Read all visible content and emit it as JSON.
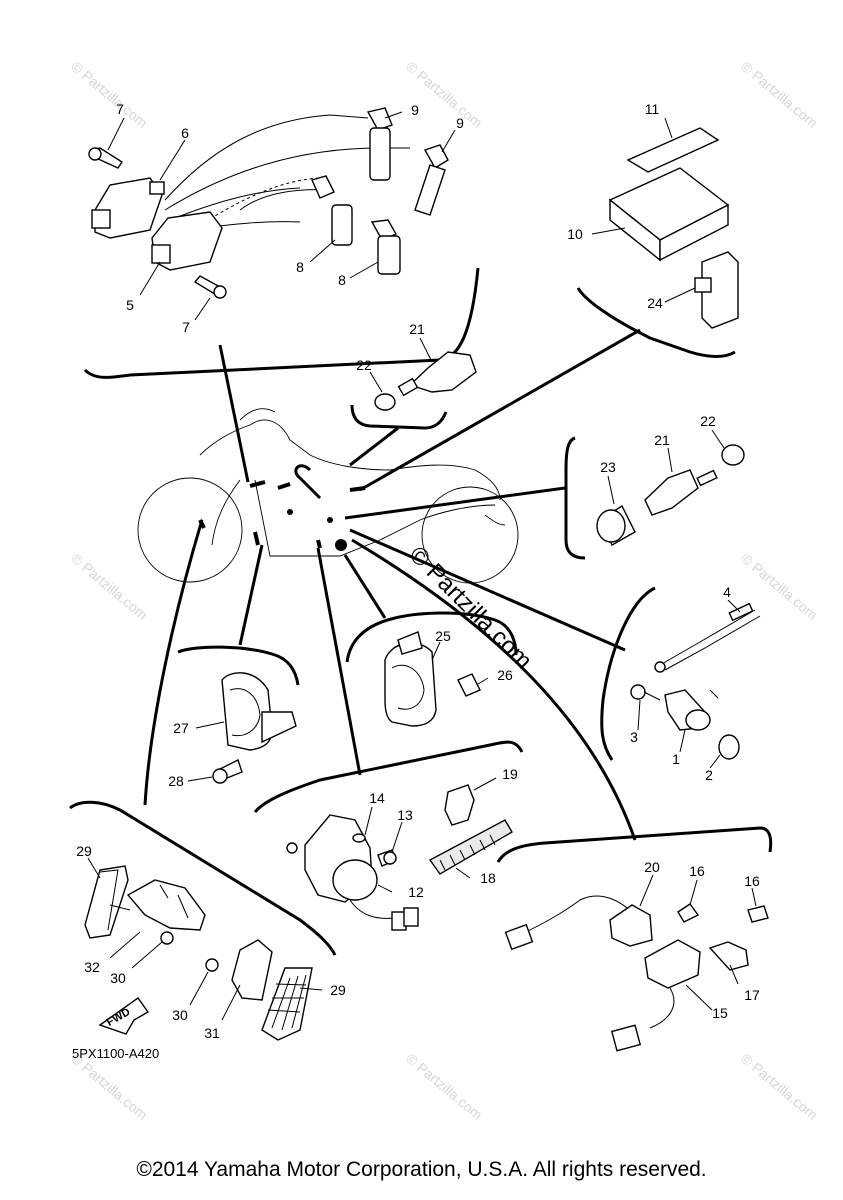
{
  "diagram": {
    "code": "5PX1100-A420",
    "fwd_label": "FWD",
    "center_watermark": "© Partzilla.com",
    "watermark_text": "© Partzilla.com",
    "copyright": "©2014 Yamaha Motor Corporation, U.S.A. All rights reserved.",
    "callouts": {
      "c1": "1",
      "c2": "2",
      "c3": "3",
      "c4": "4",
      "c5": "5",
      "c6": "6",
      "c7a": "7",
      "c7b": "7",
      "c8a": "8",
      "c8b": "8",
      "c9a": "9",
      "c9b": "9",
      "c10": "10",
      "c11": "11",
      "c12": "12",
      "c13": "13",
      "c14": "14",
      "c15": "15",
      "c16a": "16",
      "c16b": "16",
      "c17": "17",
      "c18": "18",
      "c19": "19",
      "c20": "20",
      "c21a": "21",
      "c21b": "21",
      "c22a": "22",
      "c22b": "22",
      "c23": "23",
      "c24": "24",
      "c25": "25",
      "c26": "26",
      "c27": "27",
      "c28": "28",
      "c29a": "29",
      "c29b": "29",
      "c30a": "30",
      "c30b": "30",
      "c31": "31",
      "c32": "32"
    }
  }
}
